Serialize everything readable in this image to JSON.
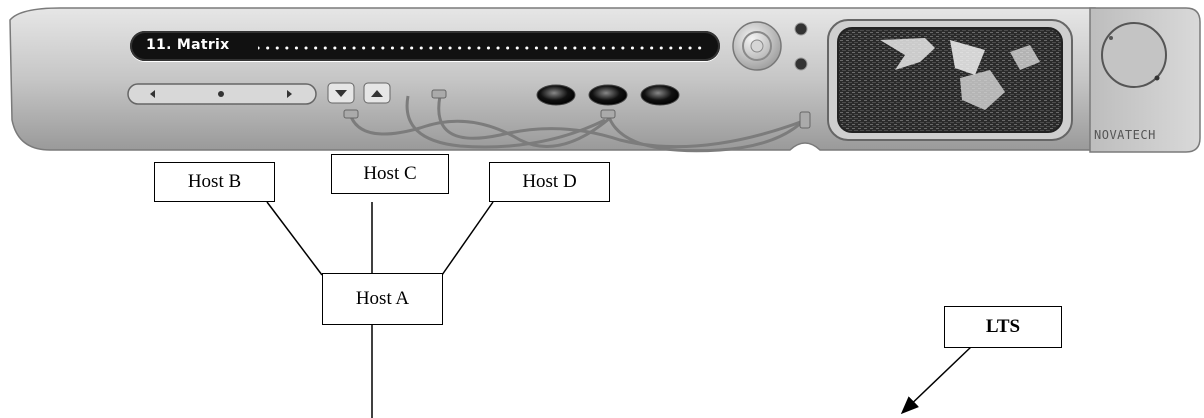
{
  "player": {
    "track_title": "11. Matrix",
    "brand": "NOVATECH",
    "controls": {
      "seek_bar": "seek-slider",
      "volume_down": "down-arrow-icon",
      "volume_up": "up-arrow-icon",
      "main_knob": "power-knob-icon",
      "preset_buttons": [
        "preset-1",
        "preset-2",
        "preset-3"
      ]
    },
    "colors": {
      "panel": "#c9c9c9",
      "display": "#111111",
      "text": "#ffffff"
    }
  },
  "diagram": {
    "nodes": {
      "host_b": "Host B",
      "host_c": "Host C",
      "host_d": "Host D",
      "host_a": "Host A",
      "lts": "LTS"
    },
    "edges": [
      [
        "Host B",
        "Host A"
      ],
      [
        "Host C",
        "Host A"
      ],
      [
        "Host D",
        "Host A"
      ]
    ],
    "arrow": {
      "from": "LTS",
      "direction": "down-left"
    }
  }
}
